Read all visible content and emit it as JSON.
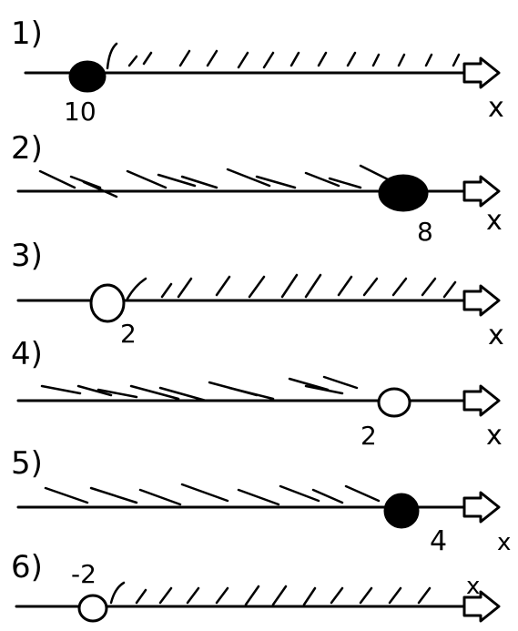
{
  "problems": [
    {
      "label": "1)",
      "point_label": "10",
      "axis_label": "x",
      "point_type": "closed",
      "shading": "right"
    },
    {
      "label": "2)",
      "point_label": "8",
      "axis_label": "x",
      "point_type": "closed",
      "shading": "left"
    },
    {
      "label": "3)",
      "point_label": "2",
      "axis_label": "x",
      "point_type": "open",
      "shading": "right"
    },
    {
      "label": "4)",
      "point_label": "2",
      "axis_label": "x",
      "point_type": "open",
      "shading": "left"
    },
    {
      "label": "5)",
      "point_label": "4",
      "axis_label": "x",
      "point_type": "closed",
      "shading": "left"
    },
    {
      "label": "6)",
      "point_label": "-2",
      "axis_label": "x",
      "point_type": "open",
      "shading": "right"
    }
  ]
}
